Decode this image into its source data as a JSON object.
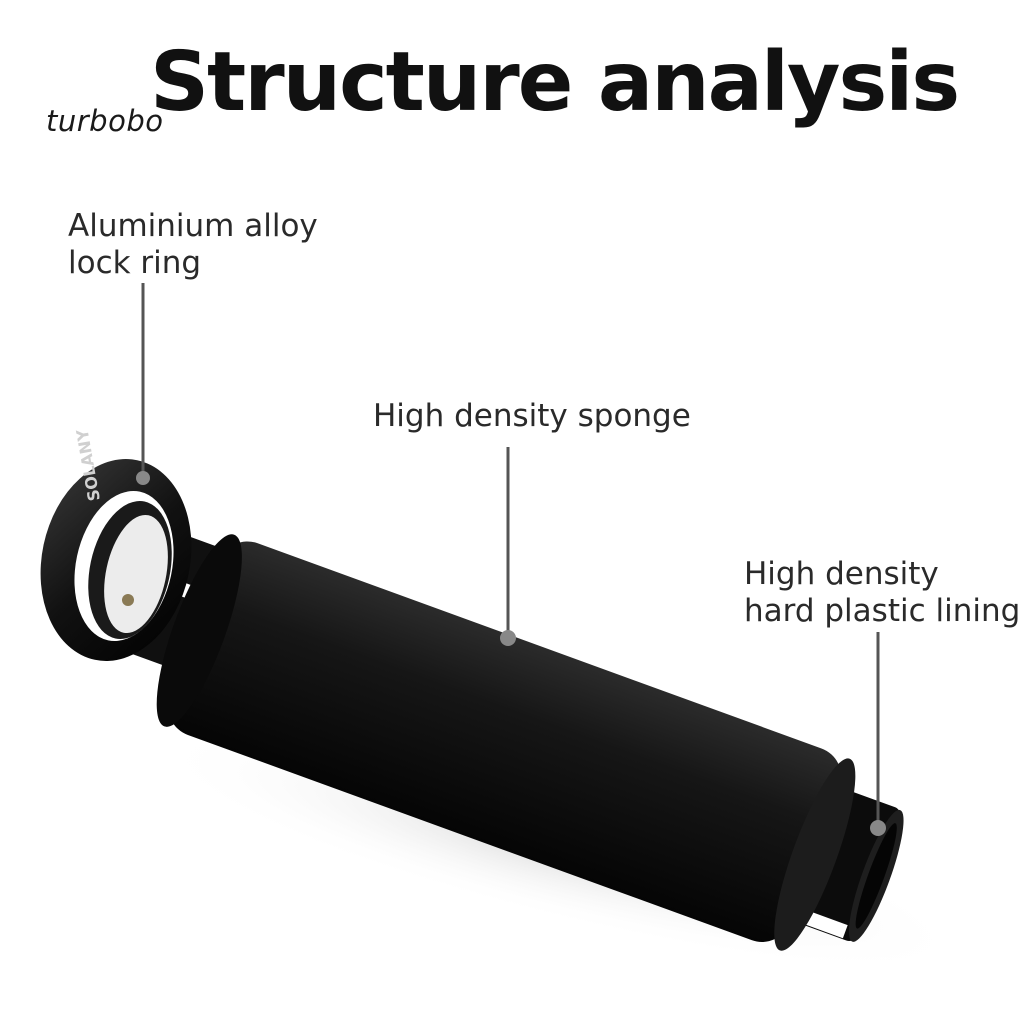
{
  "header": {
    "title": "Structure analysis"
  },
  "watermark": "turbobo",
  "callouts": {
    "lock_ring": "Aluminium alloy\nlock ring",
    "sponge": "High density sponge",
    "lining": "High density\nhard plastic lining"
  },
  "ring_engraving": "SOLANY",
  "colors": {
    "foam": "#141414",
    "ring": "#0d0d0d",
    "leader": "#555555",
    "background": "#ffffff"
  }
}
